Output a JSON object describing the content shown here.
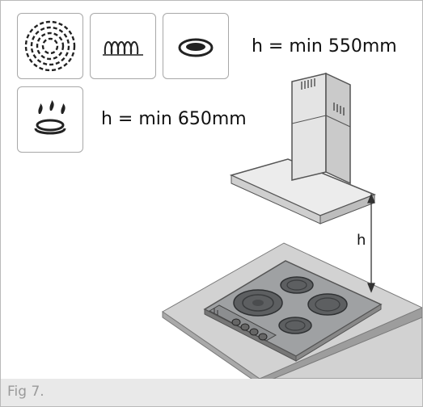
{
  "icons": {
    "electric": "electric-hob-icon",
    "induction": "induction-coil-icon",
    "ceramic": "ceramic-plate-icon",
    "gas": "gas-burner-icon"
  },
  "labels": {
    "electric_height": "h = min 550mm",
    "gas_height": "h = min 650mm",
    "dimension": "h"
  },
  "caption": "Fig 7.",
  "colors": {
    "frame_border": "#b9b9b9",
    "hood_steel": "#e6e6e6",
    "counter_top": "#c9c9c9",
    "hob_plate": "#9fa1a3",
    "burner_dark": "#5d5f61",
    "caption_bg": "#e9e9e9"
  }
}
